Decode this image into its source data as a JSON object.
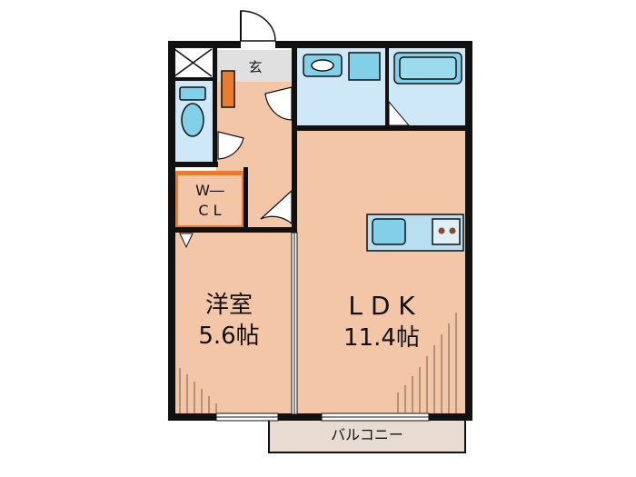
{
  "rooms": {
    "entrance": {
      "label": "玄"
    },
    "closet": {
      "label_line1": "W―",
      "label_line2": "C L"
    },
    "western_room": {
      "name": "洋室",
      "size": "5.6帖"
    },
    "ldk": {
      "name": "L D K",
      "size": "11.4帖"
    },
    "balcony": {
      "label": "バルコニー"
    }
  },
  "colors": {
    "wall": "#111111",
    "floor_wood": "#f3c6a8",
    "wet_area": "#cfe8f8",
    "closet_accent": "#e87d2e",
    "balcony": "#e8dcd2",
    "fixture_blue": "#7fd0e8",
    "kitchen_counter": "#b8dff0"
  }
}
